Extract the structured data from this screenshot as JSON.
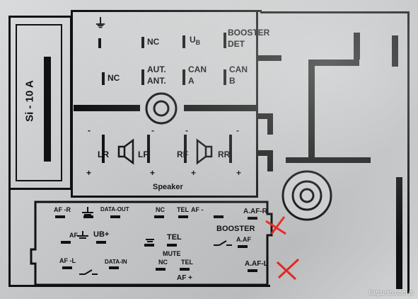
{
  "fuse": {
    "label": "Si - 10 A"
  },
  "upper_connector": {
    "row1": {
      "ground": "⏚",
      "nc": "NC",
      "ub": "U",
      "ub_sub": "B",
      "booster": "BOOSTER",
      "det": "DET"
    },
    "row2": {
      "nc": "NC",
      "aut": "AUT.",
      "ant": "ANT.",
      "can1": "CAN",
      "can1_sub": "A",
      "can2": "CAN",
      "can2_sub": "B"
    },
    "speaker": {
      "lr": "LR",
      "lf": "LF",
      "rf": "RF",
      "rr": "RR",
      "minus": "-",
      "plus": "+",
      "caption": "Speaker"
    }
  },
  "lower_connector": {
    "row1": {
      "afr": "AF -R",
      "data_out": "DATA-OUT",
      "nc": "NC",
      "tel": "TEL",
      "af_minus": "AF -",
      "aafr": "A.AF-R"
    },
    "row2": {
      "af": "AF",
      "ub_plus": "UB+",
      "tel": "TEL",
      "booster": "BOOSTER",
      "aaf": "A.AF"
    },
    "row3": {
      "afl": "AF -L",
      "data_in": "DATA-IN",
      "mute": "MUTE",
      "nc": "NC",
      "tel": "TEL",
      "aafl": "A.AF-L",
      "af_plus": "AF +"
    }
  },
  "watermark": "fiatpunto.com.pl",
  "colors": {
    "silkscreen": "#111111",
    "board": "#c9cbcc",
    "marker": "#e8261e"
  }
}
